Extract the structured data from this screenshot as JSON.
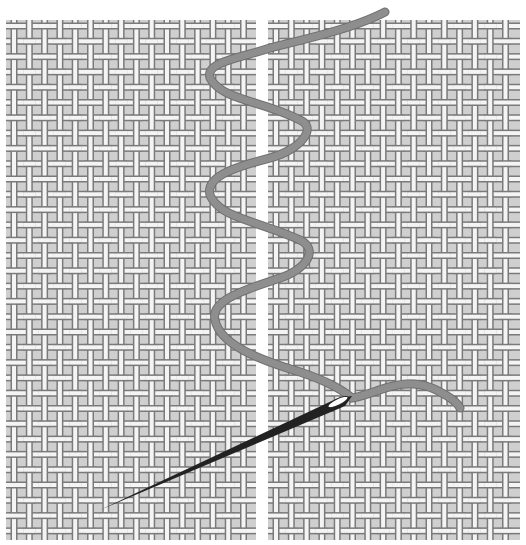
{
  "figure": {
    "subject": "needle-stitching-two-canvas-edges",
    "colors": {
      "background": "#ffffff",
      "canvas": "#cfcfcf",
      "thread_outline": "#7a7a7a",
      "thread_fill": "#f4f4f4",
      "yarn": "#8e8e8e",
      "yarn_shadow": "#6f6f6f",
      "needle": "#222222"
    },
    "icons": [
      "woven-canvas-left",
      "woven-canvas-right",
      "yarn-thread",
      "needle-icon"
    ]
  }
}
